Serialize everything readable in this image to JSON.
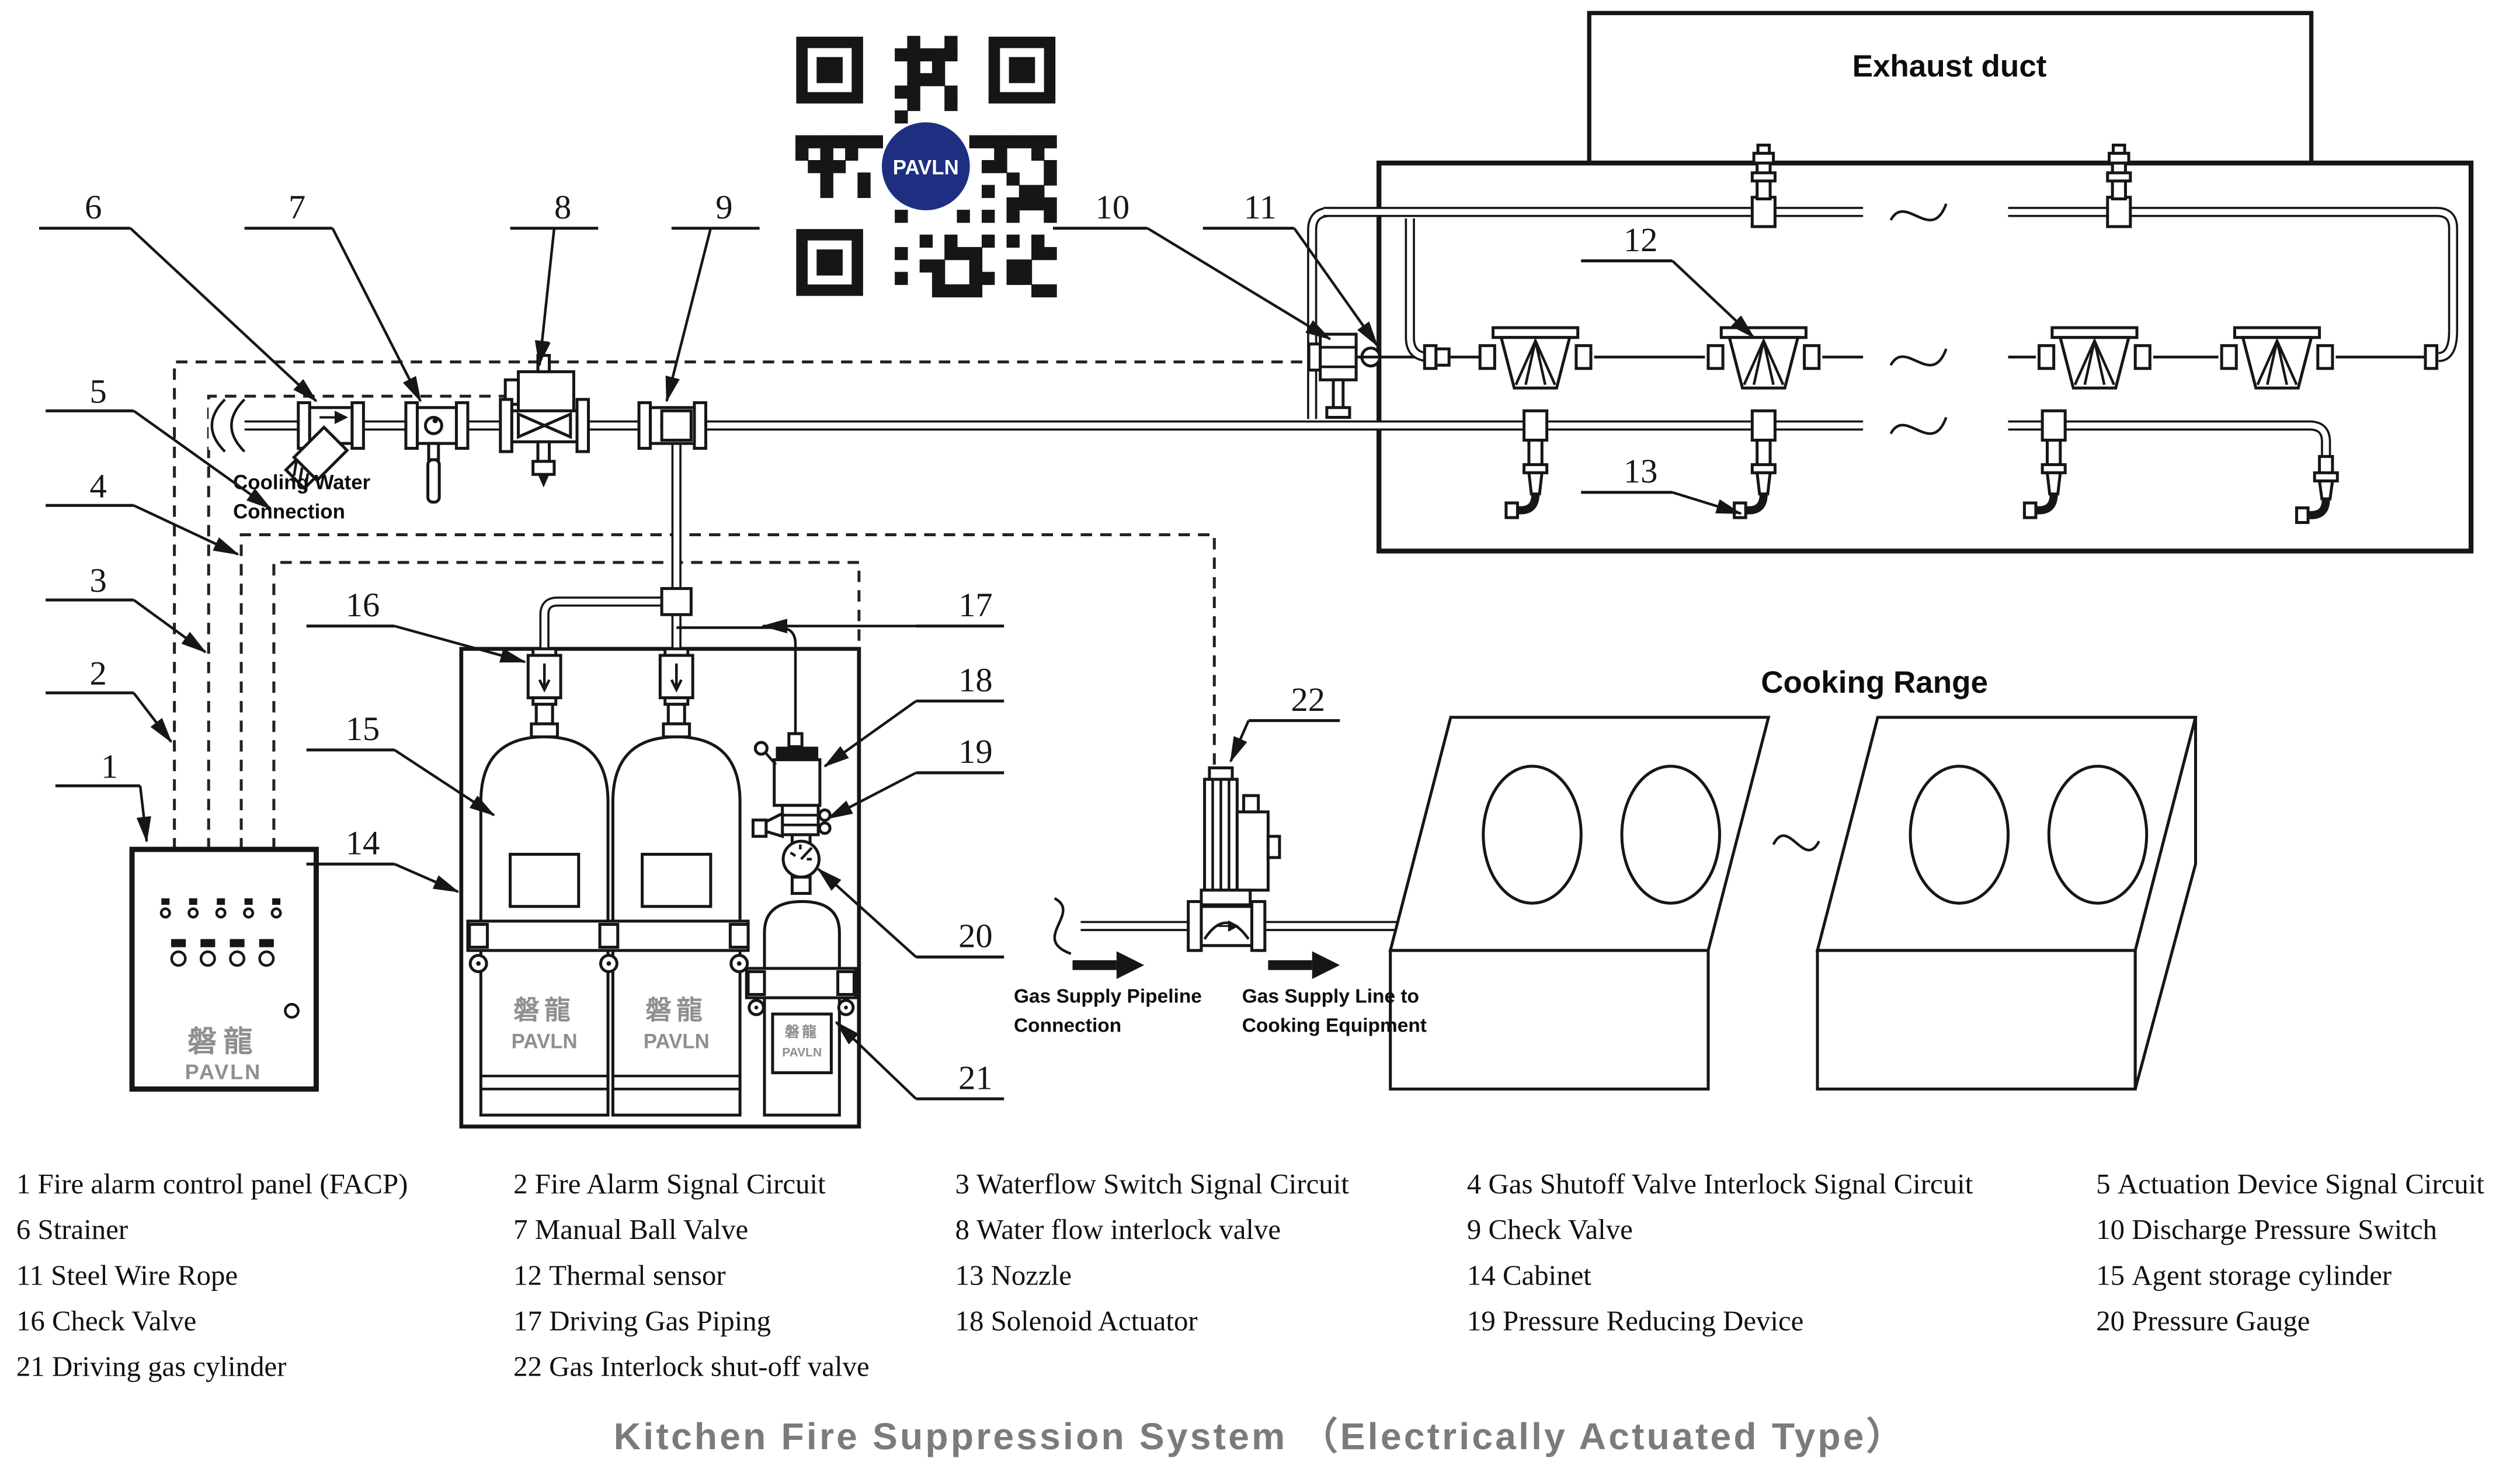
{
  "title": "Kitchen Fire Suppression System （Electrically Actuated Type）",
  "qr": {
    "logo_text": "PAVLN"
  },
  "labels": {
    "exhaust_duct": "Exhaust duct",
    "cooking_range": "Cooking Range",
    "cooling_water_line1": "Cooling Water",
    "cooling_water_line2": "Connection",
    "gas_left_line1": "Gas Supply Pipeline",
    "gas_left_line2": "Connection",
    "gas_right_line1": "Gas Supply Line to",
    "gas_right_line2": "Cooking Equipment"
  },
  "panel": {
    "brand_cn": "磐龍",
    "brand_en": "PAVLN"
  },
  "cylinders": {
    "brand_cn": "磐龍",
    "brand_en": "PAVLN"
  },
  "driving_cylinder": {
    "brand_cn": "磐龍",
    "brand_en": "PAVLN"
  },
  "callouts": {
    "c1": "1",
    "c2": "2",
    "c3": "3",
    "c4": "4",
    "c5": "5",
    "c6": "6",
    "c7": "7",
    "c8": "8",
    "c9": "9",
    "c10": "10",
    "c11": "11",
    "c12": "12",
    "c13": "13",
    "c14": "14",
    "c15": "15",
    "c16": "16",
    "c17": "17",
    "c18": "18",
    "c19": "19",
    "c20": "20",
    "c21": "21",
    "c22": "22"
  },
  "legend": [
    {
      "num": "1",
      "label": "Fire alarm control panel (FACP)"
    },
    {
      "num": "2",
      "label": "Fire Alarm Signal Circuit"
    },
    {
      "num": "3",
      "label": "Waterflow Switch Signal Circuit"
    },
    {
      "num": "4",
      "label": "Gas Shutoff Valve Interlock Signal Circuit"
    },
    {
      "num": "5",
      "label": "Actuation Device Signal Circuit"
    },
    {
      "num": "6",
      "label": "Strainer"
    },
    {
      "num": "7",
      "label": "Manual Ball Valve"
    },
    {
      "num": "8",
      "label": "Water flow interlock valve"
    },
    {
      "num": "9",
      "label": "Check Valve"
    },
    {
      "num": "10",
      "label": "Discharge Pressure Switch"
    },
    {
      "num": "11",
      "label": "Steel Wire Rope"
    },
    {
      "num": "12",
      "label": "Thermal sensor"
    },
    {
      "num": "13",
      "label": "Nozzle"
    },
    {
      "num": "14",
      "label": "Cabinet"
    },
    {
      "num": "15",
      "label": "Agent storage cylinder"
    },
    {
      "num": "16",
      "label": "Check Valve"
    },
    {
      "num": "17",
      "label": "Driving Gas Piping"
    },
    {
      "num": "18",
      "label": "Solenoid Actuator"
    },
    {
      "num": "19",
      "label": "Pressure Reducing Device"
    },
    {
      "num": "20",
      "label": "Pressure Gauge"
    },
    {
      "num": "21",
      "label": "Driving gas cylinder"
    },
    {
      "num": "22",
      "label": "Gas Interlock shut-off valve"
    }
  ],
  "colors": {
    "line": "#161616",
    "gray_text": "#8f8f8f",
    "title_gray": "#7b7b7b",
    "qr_blue": "#1e2f82"
  }
}
